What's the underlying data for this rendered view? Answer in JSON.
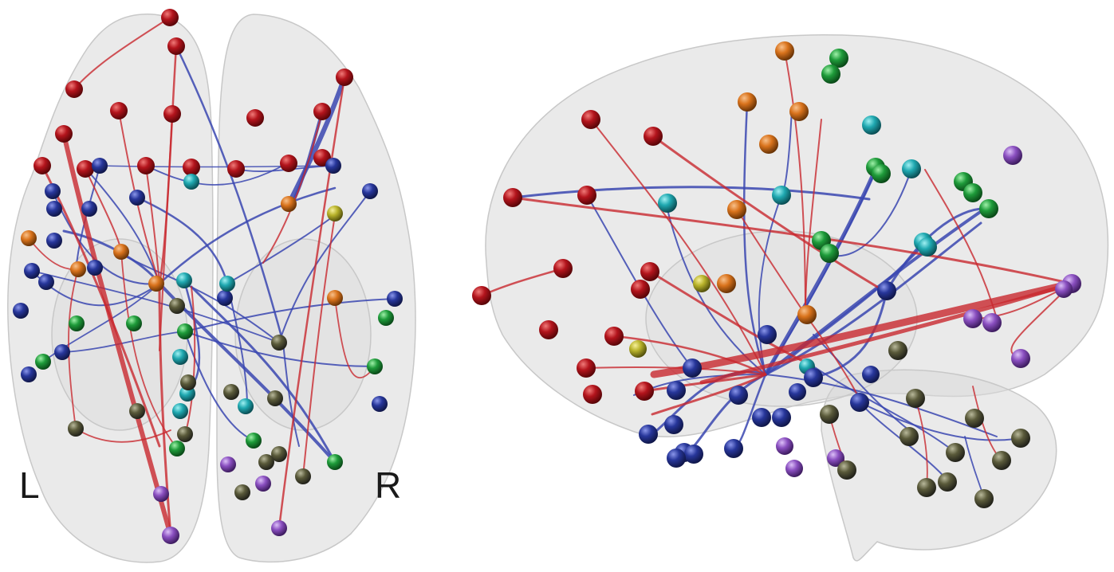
{
  "labels": {
    "left": "L",
    "right": "R"
  },
  "node_colors": {
    "red": "#b3141c",
    "blue": "#27369a",
    "cyan": "#1fa8b0",
    "green": "#1e9b3a",
    "orange": "#d9731c",
    "purple": "#8a4fc0",
    "olive": "#5a5a3a",
    "yellow": "#b8b22a"
  },
  "edge_colors": {
    "positive": "#c8282e",
    "negative": "#3a46b0"
  },
  "views": [
    "axial-view",
    "sagittal-view"
  ]
}
